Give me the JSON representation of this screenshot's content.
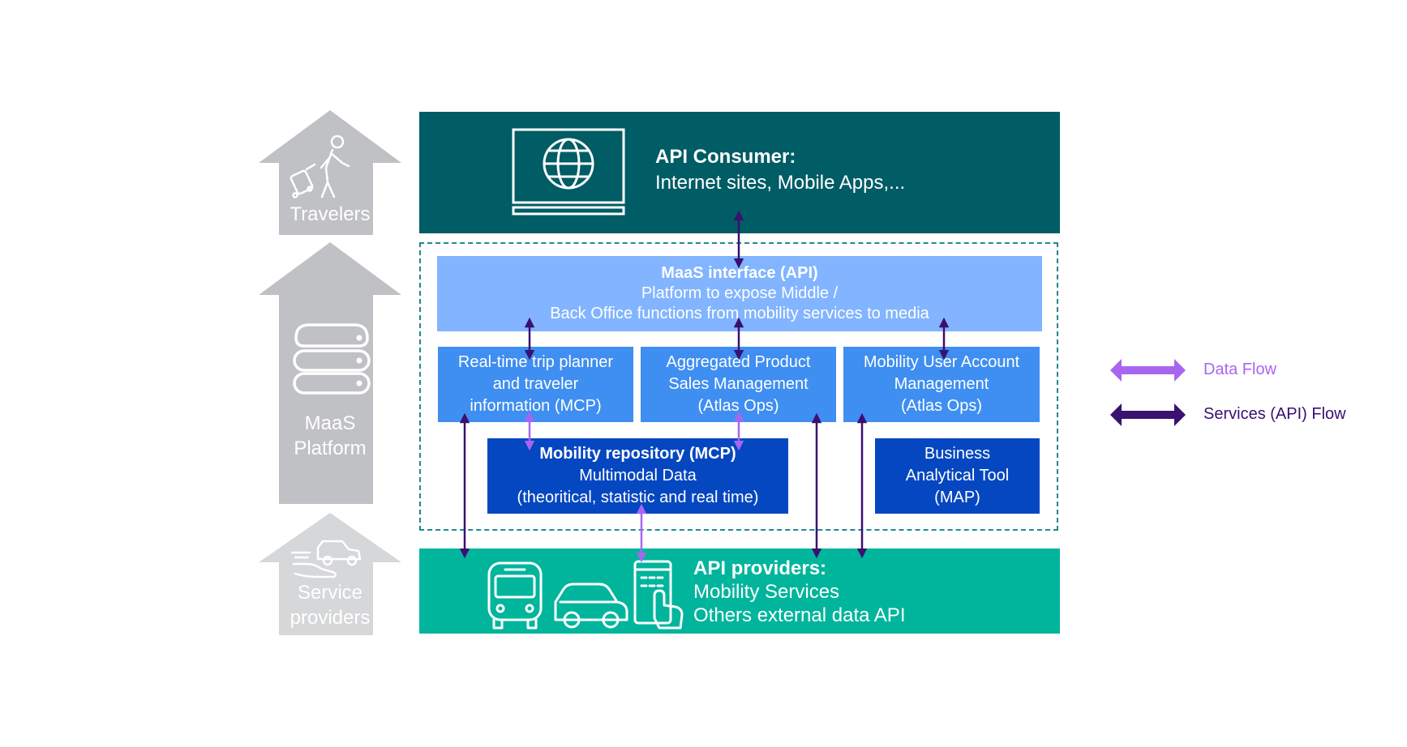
{
  "side_arrows": {
    "travelers": "Travelers",
    "platform": [
      "MaaS",
      "Platform"
    ],
    "providers": [
      "Service",
      "providers"
    ]
  },
  "consumer": {
    "title": "API Consumer:",
    "subtitle": "Internet sites, Mobile Apps,..."
  },
  "maas_interface": {
    "title": "MaaS interface (API)",
    "line1": "Platform to expose Middle /",
    "line2": "Back Office functions from mobility services to media"
  },
  "modules": [
    {
      "lines": [
        "Real-time trip planner",
        "and traveler",
        "information (MCP)"
      ]
    },
    {
      "lines": [
        "Aggregated Product",
        "Sales Management",
        "(Atlas Ops)"
      ]
    },
    {
      "lines": [
        "Mobility User Account",
        "Management",
        "(Atlas Ops)"
      ]
    }
  ],
  "repository": {
    "title": "Mobility repository (MCP)",
    "line1": "Multimodal Data",
    "line2": "(theoritical, statistic and real time)"
  },
  "business_tool": {
    "lines": [
      "Business",
      "Analytical Tool",
      "(MAP)"
    ]
  },
  "providers": {
    "title": "API providers:",
    "line1": "Mobility Services",
    "line2": "Others external data API"
  },
  "legend": {
    "data_flow": "Data Flow",
    "services_flow": "Services (API) Flow"
  },
  "colors": {
    "consumer_bg": "#005c65",
    "providers_bg": "#00b59c",
    "side_arrow": "#c0c1c4",
    "data_flow": "#a866f0",
    "services_flow": "#3a1070"
  }
}
